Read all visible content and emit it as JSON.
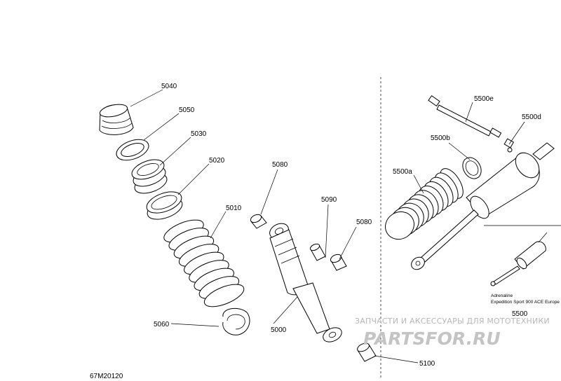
{
  "drawing_code": "67M20120",
  "callouts": {
    "c5040": "5040",
    "c5050": "5050",
    "c5030": "5030",
    "c5020": "5020",
    "c5010": "5010",
    "c5060": "5060",
    "c5080a": "5080",
    "c5080b": "5080",
    "c5090": "5090",
    "c5000": "5000",
    "c5100": "5100",
    "c5500e": "5500e",
    "c5500d": "5500d",
    "c5500b": "5500b",
    "c5500a": "5500a",
    "c5500": "5500"
  },
  "inset_note": {
    "line1": "Adrenaline",
    "line2": "Expedition Sport 900 ACE Europe"
  },
  "watermark": {
    "tagline": "ЗАПЧАСТИ И АКСЕССУАРЫ ДЛЯ МОТОТЕХНИКИ",
    "logo": "PARTSFOR.RU"
  },
  "colors": {
    "line": "#000000",
    "watermark": "#c0c0c0",
    "background": "#ffffff"
  }
}
